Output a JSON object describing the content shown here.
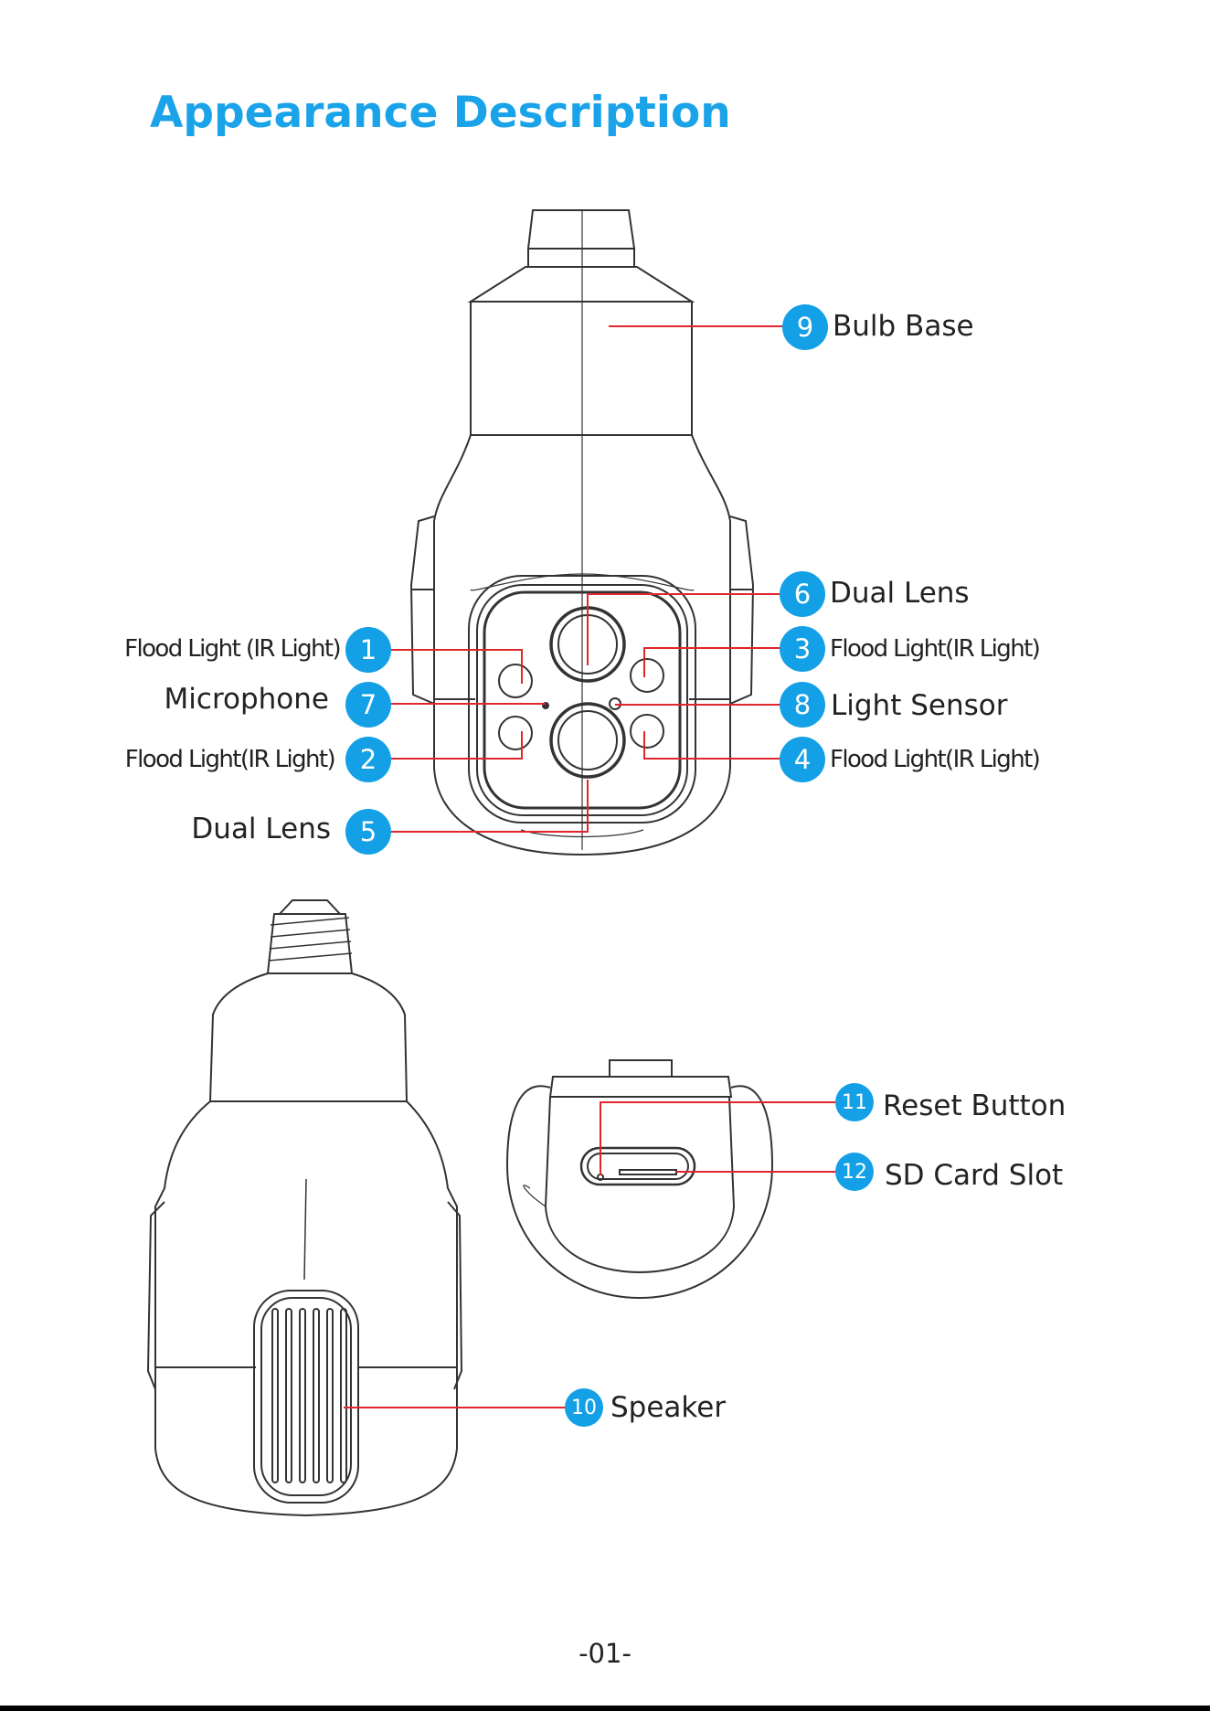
{
  "page": {
    "title": "Appearance Description",
    "page_number": "-01-"
  },
  "colors": {
    "accent": "#13a0e6",
    "leader_line": "#e0262b",
    "outline": "#333333"
  },
  "callouts": [
    {
      "num": "1",
      "label": "Flood Light (IR Light)"
    },
    {
      "num": "2",
      "label": "Flood Light(IR Light)"
    },
    {
      "num": "3",
      "label": "Flood Light(IR Light)"
    },
    {
      "num": "4",
      "label": "Flood Light(IR Light)"
    },
    {
      "num": "5",
      "label": "Dual Lens"
    },
    {
      "num": "6",
      "label": "Dual Lens"
    },
    {
      "num": "7",
      "label": "Microphone"
    },
    {
      "num": "8",
      "label": "Light Sensor"
    },
    {
      "num": "9",
      "label": "Bulb Base"
    },
    {
      "num": "10",
      "label": "Speaker"
    },
    {
      "num": "11",
      "label": "Reset Button"
    },
    {
      "num": "12",
      "label": "SD Card Slot"
    }
  ]
}
